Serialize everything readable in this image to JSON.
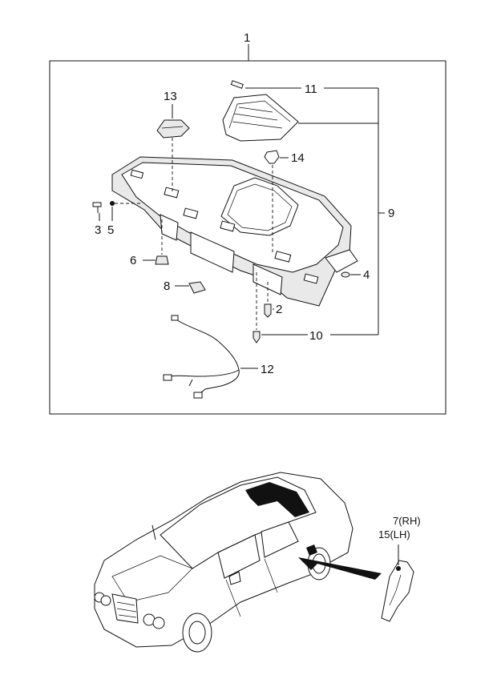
{
  "callouts": {
    "c1": "1",
    "c2": "2",
    "c3": "3",
    "c4": "4",
    "c5": "5",
    "c6": "6",
    "c8": "8",
    "c9": "9",
    "c10": "10",
    "c11": "11",
    "c12": "12",
    "c13": "13",
    "c14": "14",
    "c7rh": "7(RH)",
    "c15lh": "15(LH)"
  },
  "icons": {
    "diagram": "exploded-parts-diagram",
    "car": "sedan-car-illustration",
    "trim": "rear-pillar-trim-part"
  }
}
